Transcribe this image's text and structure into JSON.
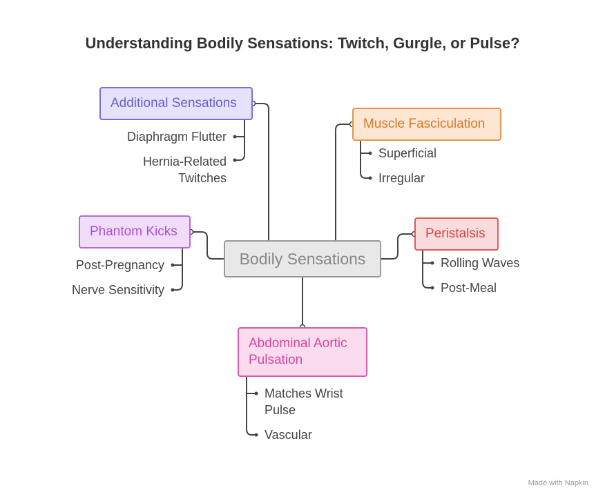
{
  "title": "Understanding Bodily Sensations: Twitch, Gurgle, or Pulse?",
  "center": "Bodily Sensations",
  "branches": {
    "additional": {
      "label": "Additional Sensations",
      "children": [
        "Diaphragm Flutter",
        "Hernia-Related Twitches"
      ]
    },
    "muscle": {
      "label": "Muscle Fasciculation",
      "children": [
        "Superficial",
        "Irregular"
      ]
    },
    "phantom": {
      "label": "Phantom Kicks",
      "children": [
        "Post-Pregnancy",
        "Nerve Sensitivity"
      ]
    },
    "peristalsis": {
      "label": "Peristalsis",
      "children": [
        "Rolling Waves",
        "Post-Meal"
      ]
    },
    "aortic": {
      "label": "Abdominal Aortic Pulsation",
      "children": [
        "Matches Wrist Pulse",
        "Vascular"
      ]
    }
  },
  "colors": {
    "line": "#444444",
    "center_fill": "#e8e8e8",
    "center_border": "#999999",
    "center_text": "#888888",
    "additional_fill": "#e4e3fb",
    "additional_border": "#7b6fd6",
    "additional_text": "#6b5fd0",
    "muscle_fill": "#fde6d2",
    "muscle_border": "#e49650",
    "muscle_text": "#d4782a",
    "phantom_fill": "#f1ddfa",
    "phantom_border": "#b86ad8",
    "phantom_text": "#a94fd1",
    "peristalsis_fill": "#fbdcdc",
    "peristalsis_border": "#de5a5a",
    "peristalsis_text": "#d64545",
    "aortic_fill": "#fbdcef",
    "aortic_border": "#dc5aa8",
    "aortic_text": "#d4479f"
  },
  "footer": "Made with Napkin"
}
